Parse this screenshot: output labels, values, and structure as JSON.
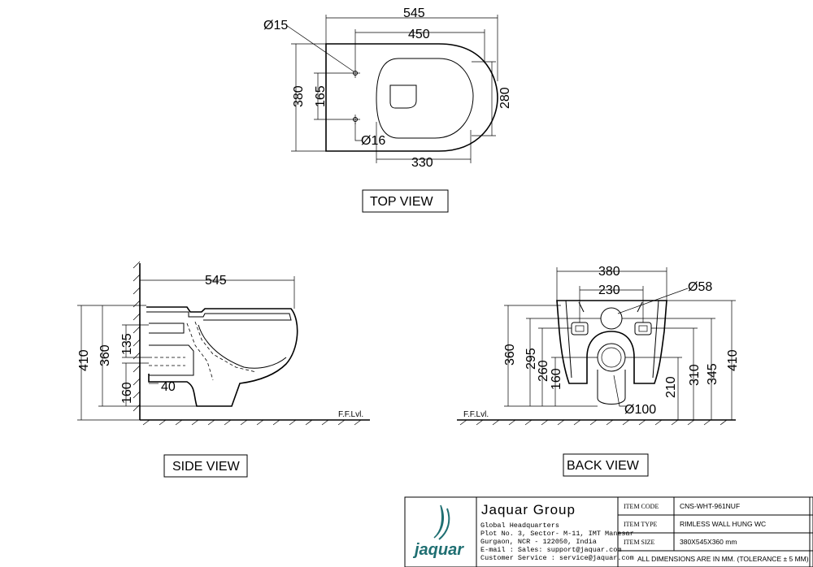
{
  "top_view": {
    "title": "TOP VIEW",
    "dims": {
      "overall_length": "545",
      "seat_length": "450",
      "hole_dia_top": "Ø15",
      "hole_dia_bottom": "Ø16",
      "width": "380",
      "hole_spacing": "165",
      "bowl_width": "280",
      "bowl_length": "330"
    }
  },
  "side_view": {
    "title": "SIDE VIEW",
    "floor_label": "F.F.Lvl.",
    "dims": {
      "length": "545",
      "overall_height": "410",
      "rim_height": "360",
      "outlet_upper": "135",
      "outlet_lower": "160",
      "outlet_depth": "40"
    }
  },
  "back_view": {
    "title": "BACK VIEW",
    "floor_label": "F.F.Lvl.",
    "dims": {
      "width": "380",
      "fixing_spacing": "230",
      "inlet_dia": "Ø58",
      "outlet_dia": "Ø100",
      "h360": "360",
      "h295": "295",
      "h260": "260",
      "h160": "160",
      "h210": "210",
      "h310": "310",
      "h345": "345",
      "h410": "410"
    }
  },
  "title_block": {
    "company": "Jaquar Group",
    "logo_text": "jaquar",
    "address_lines": [
      "Global Headquarters",
      "Plot No. 3, Sector- M-11, IMT Manesar",
      "Gurgaon, NCR - 122050, India",
      "E-mail : Sales: support@jaquar.com",
      "Customer Service : service@jaquar.com"
    ],
    "rows": [
      {
        "label": "ITEM CODE",
        "value": "CNS-WHT-961NUF"
      },
      {
        "label": "ITEM TYPE",
        "value": "RIMLESS WALL HUNG WC"
      },
      {
        "label": "ITEM SIZE",
        "value": "380X545X360 mm"
      }
    ],
    "footer": "ALL DIMENSIONS ARE IN MM. (TOLERANCE ± 5 MM)"
  },
  "colors": {
    "logo": "#1f6f72",
    "line": "#000000"
  }
}
